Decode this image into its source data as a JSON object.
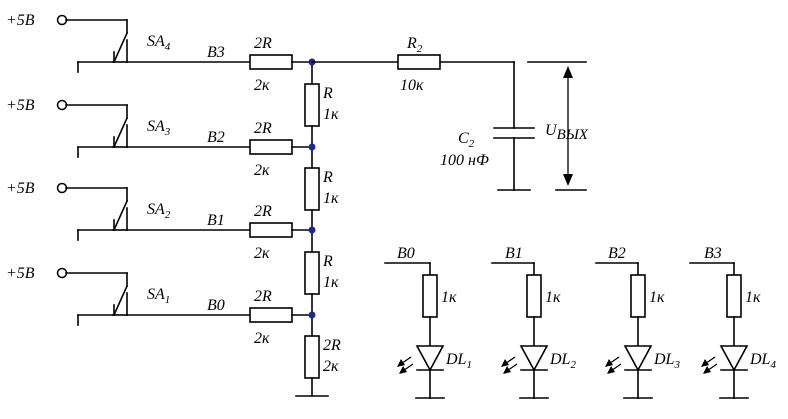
{
  "supplies": [
    {
      "label": "+5B"
    },
    {
      "label": "+5B"
    },
    {
      "label": "+5B"
    },
    {
      "label": "+5B"
    }
  ],
  "switches": [
    {
      "label": "SA",
      "sub": "4"
    },
    {
      "label": "SA",
      "sub": "3"
    },
    {
      "label": "SA",
      "sub": "2"
    },
    {
      "label": "SA",
      "sub": "1"
    }
  ],
  "bits": [
    "B3",
    "B2",
    "B1",
    "B0"
  ],
  "branch_resistors": [
    {
      "name": "2R",
      "value": "2к"
    },
    {
      "name": "2R",
      "value": "2к"
    },
    {
      "name": "2R",
      "value": "2к"
    },
    {
      "name": "2R",
      "value": "2к"
    }
  ],
  "ladder_resistors": [
    {
      "name": "R",
      "value": "1к"
    },
    {
      "name": "R",
      "value": "1к"
    },
    {
      "name": "R",
      "value": "1к"
    }
  ],
  "terminator": {
    "name": "2R",
    "value": "2к"
  },
  "filter_resistor": {
    "name": "R",
    "sub": "2",
    "value": "10к"
  },
  "capacitor": {
    "name": "C",
    "sub": "2",
    "value": "100 нФ"
  },
  "output": {
    "name": "U",
    "sub": "ВЫХ"
  },
  "indicators": [
    {
      "bit": "B0",
      "resistor": "1к",
      "led": "DL",
      "sub": "1"
    },
    {
      "bit": "B1",
      "resistor": "1к",
      "led": "DL",
      "sub": "2"
    },
    {
      "bit": "B2",
      "resistor": "1к",
      "led": "DL",
      "sub": "3"
    },
    {
      "bit": "B3",
      "resistor": "1к",
      "led": "DL",
      "sub": "4"
    }
  ]
}
